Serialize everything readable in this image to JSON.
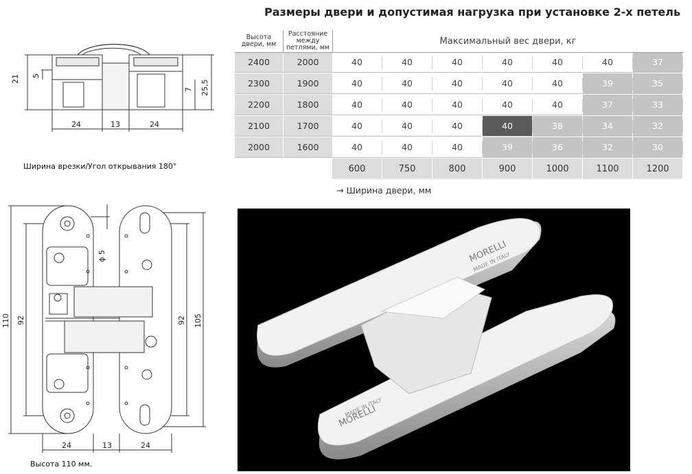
{
  "title": "Размеры двери и допустимая нагрузка при установке 2-х петель",
  "table": {
    "col_height_header": "Высота двери, мм",
    "col_spacing_header": "Расстояние между петлями, мм",
    "weight_header": "Максимальный вес двери, кг",
    "rows": [
      {
        "height": "2400",
        "spacing": "2000",
        "values": [
          "40",
          "40",
          "40",
          "40",
          "40",
          "40",
          "37"
        ]
      },
      {
        "height": "2300",
        "spacing": "1900",
        "values": [
          "40",
          "40",
          "40",
          "40",
          "40",
          "39",
          "35"
        ]
      },
      {
        "height": "2200",
        "spacing": "1800",
        "values": [
          "40",
          "40",
          "40",
          "40",
          "40",
          "37",
          "33"
        ]
      },
      {
        "height": "2100",
        "spacing": "1700",
        "values": [
          "40",
          "40",
          "40",
          "40",
          "38",
          "34",
          "32"
        ]
      },
      {
        "height": "2000",
        "spacing": "1600",
        "values": [
          "40",
          "40",
          "40",
          "39",
          "36",
          "32",
          "30"
        ]
      }
    ],
    "widths": [
      "600",
      "750",
      "800",
      "900",
      "1000",
      "1100",
      "1200"
    ],
    "width_footer": "→ Ширина двери, мм",
    "colors": {
      "header_bg": "#dcdcdc",
      "reduced_bg": "#c4c4c4",
      "highlight_bg": "#5a5a5a"
    }
  },
  "top_drawing": {
    "dims": {
      "h21": "21",
      "h5": "5",
      "h7": "7",
      "h25": "25,5",
      "w24a": "24",
      "w13": "13",
      "w24b": "24"
    }
  },
  "top_caption": "Ширина врезки/Угол открывания 180°",
  "bottom_drawing": {
    "dims": {
      "d5": "ϕ 5",
      "h110": "110",
      "h92a": "92",
      "h92b": "92",
      "h105": "105",
      "w24a": "24",
      "w13": "13",
      "w24b": "24"
    }
  },
  "bottom_caption": "Высота 110 мм.",
  "photo": {
    "brand_top": "MORELLI",
    "made_top": "MADE IN ITALY",
    "brand_bottom": "MORELLI",
    "made_bottom": "MADE IN ITALY"
  }
}
